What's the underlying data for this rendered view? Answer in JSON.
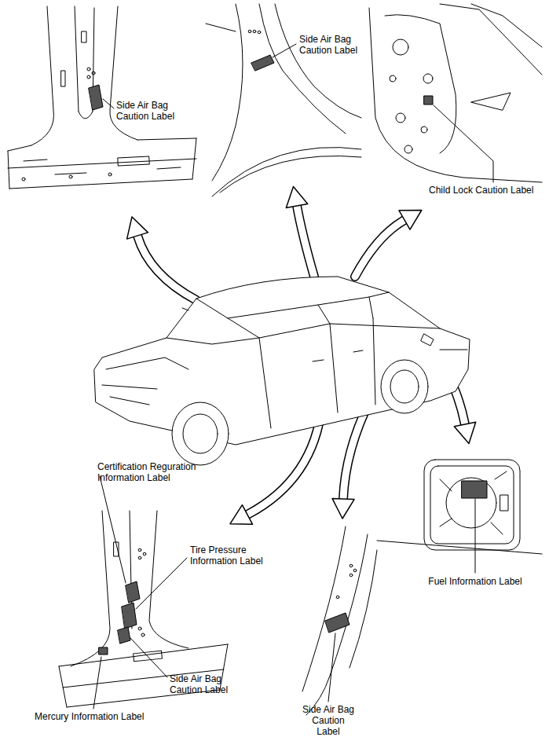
{
  "diagram": {
    "labels": [
      "Side Air Bag Caution Label",
      "Side Air Bag Caution Label",
      "Child Lock Caution Label",
      "Certification Reguration Information Label",
      "Tire Pressure Information Label",
      "Fuel Information Label",
      "Side Air Bag Caution Label",
      "Side Air Bag Caution Label",
      "Mercury Information Label"
    ]
  }
}
